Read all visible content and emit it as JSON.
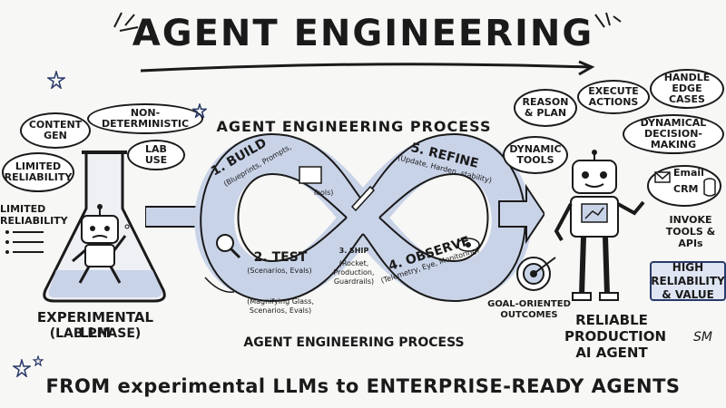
{
  "title": "AGENT ENGINEERING",
  "process_title": "AGENT ENGINEERING PROCESS",
  "process_caption": "AGENT ENGINEERING PROCESS",
  "bottom_banner": "FROM experimental LLMs to ENTERPRISE-READY AGENTS",
  "left": {
    "bubbles": [
      "CONTENT GEN",
      "NON-DETERMINISTIC",
      "LIMITED RELIABILITY",
      "LAB USE"
    ],
    "side_label": "LIMITED RELIABILITY",
    "caption_line1": "EXPERIMENTAL LLM",
    "caption_line2": "(LAB PHASE)"
  },
  "steps": {
    "build": {
      "label": "1. BUILD",
      "sub": "(Blueprints, Prompts,"
    },
    "tools": "Tools)",
    "test": {
      "label": "2. TEST",
      "sub": "(Scenarios, Evals)"
    },
    "test_note": "(Magnifying Glass, Scenarios, Evals)",
    "ship": {
      "label": "3. SHIP",
      "sub": "(Rocket, Production, Guardrails)"
    },
    "observe": {
      "label": "4. OBSERVE",
      "sub": "(Telemetry, Eye, Monitoring)"
    },
    "refine": {
      "label": "5. REFINE",
      "sub": "(Update, Harden, stability)"
    }
  },
  "right": {
    "bubbles": [
      "REASON & PLAN",
      "EXECUTE ACTIONS",
      "HANDLE EDGE CASES",
      "DYNAMIC TOOLS",
      "DYNAMICAL DECISION-MAKING"
    ],
    "email": "Email",
    "crm": "CRM",
    "invoke": "INVOKE TOOLS & APIs",
    "high_box": "HIGH RELIABILITY & VALUE",
    "goal": "GOAL-ORIENTED OUTCOMES",
    "caption": "RELIABLE PRODUCTION AI AGENT"
  },
  "signature": "SM"
}
